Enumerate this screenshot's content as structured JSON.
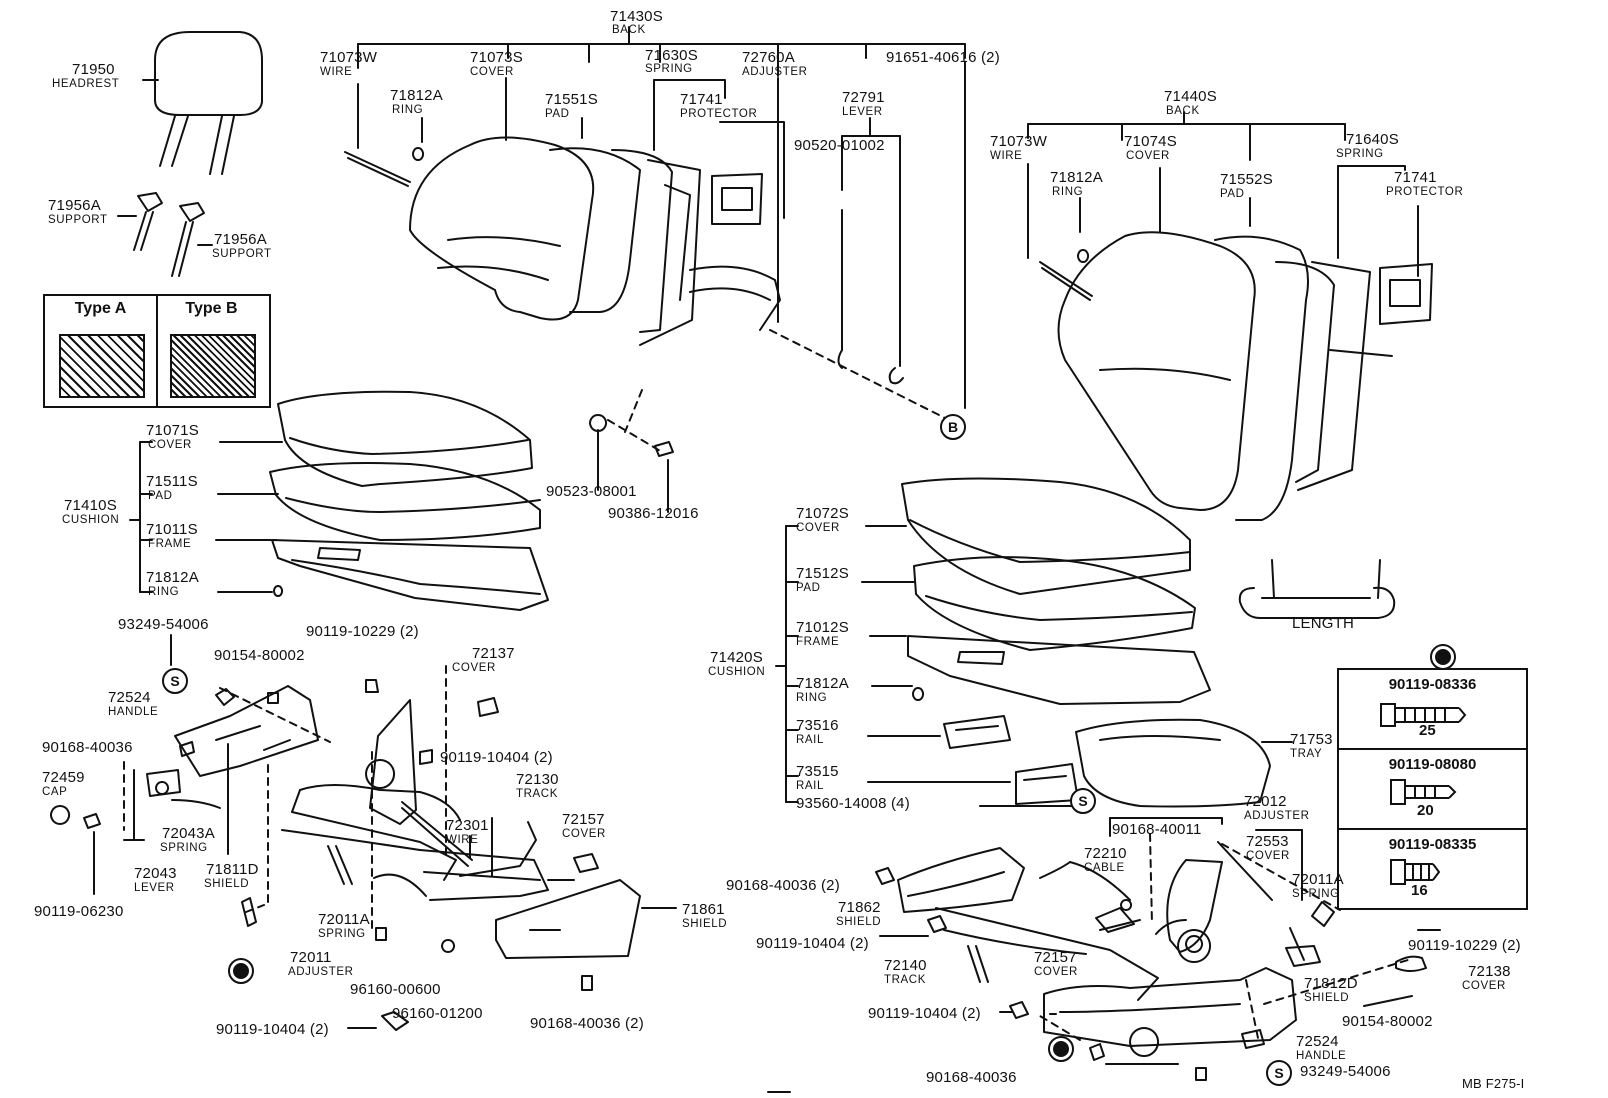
{
  "labels": {
    "back_left_pn": "71430S",
    "back_left_nm": "BACK",
    "wire_l_pn": "71073W",
    "wire_l_nm": "WIRE",
    "cover_l_pn": "71073S",
    "cover_l_nm": "COVER",
    "spring_l_pn": "71630S",
    "spring_l_nm": "SPRING",
    "adjuster_l_pn": "72760A",
    "adjuster_l_nm": "ADJUSTER",
    "bolt_91651": "91651-40616 (2)",
    "ring_l_pn": "71812A",
    "ring_l_nm": "RING",
    "pad_l_pn": "71551S",
    "pad_l_nm": "PAD",
    "protector_l_pn": "71741",
    "protector_l_nm": "PROTECTOR",
    "lever_72791_pn": "72791",
    "lever_72791_nm": "LEVER",
    "pin_90520": "90520-01002",
    "headrest_pn": "71950",
    "headrest_nm": "HEADREST",
    "support_a_pn": "71956A",
    "support_a_nm": "SUPPORT",
    "support_b_pn": "71956A",
    "support_b_nm": "SUPPORT",
    "type_a": "Type A",
    "type_b": "Type B",
    "cover_c_pn": "71071S",
    "cover_c_nm": "COVER",
    "pad_c_pn": "71511S",
    "pad_c_nm": "PAD",
    "cushion_l_pn": "71410S",
    "cushion_l_nm": "CUSHION",
    "frame_c_pn": "71011S",
    "frame_c_nm": "FRAME",
    "ring_c_pn": "71812A",
    "ring_c_nm": "RING",
    "nut_90523": "90523-08001",
    "bolt_90386": "90386-12016",
    "clip_93249_l": "93249-54006",
    "bolt_90119_10229_l": "90119-10229 (2)",
    "screw_90154_l": "90154-80002",
    "cover_72137_pn": "72137",
    "cover_72137_nm": "COVER",
    "handle_l_pn": "72524",
    "handle_l_nm": "HANDLE",
    "screw_90168_l1": "90168-40036",
    "bolt_90119_10404_l1": "90119-10404 (2)",
    "cap_pn": "72459",
    "cap_nm": "CAP",
    "track_l_pn": "72130",
    "track_l_nm": "TRACK",
    "spring_72043a_pn": "72043A",
    "spring_72043a_nm": "SPRING",
    "wire_72301_pn": "72301",
    "wire_72301_nm": "WIRE",
    "cover_72157_l_pn": "72157",
    "cover_72157_l_nm": "COVER",
    "lever_72043_pn": "72043",
    "lever_72043_nm": "LEVER",
    "shield_71811d_pn": "71811D",
    "shield_71811d_nm": "SHIELD",
    "bolt_90119_06230": "90119-06230",
    "spring_72011a_l_pn": "72011A",
    "spring_72011a_l_nm": "SPRING",
    "shield_71861_pn": "71861",
    "shield_71861_nm": "SHIELD",
    "adjuster_72011_pn": "72011",
    "adjuster_72011_nm": "ADJUSTER",
    "nut_96160_00600": "96160-00600",
    "nut_96160_01200": "96160-01200",
    "screw_90168_l2": "90168-40036 (2)",
    "bolt_90119_10404_l2": "90119-10404 (2)",
    "back_right_pn": "71440S",
    "back_right_nm": "BACK",
    "wire_r_pn": "71073W",
    "wire_r_nm": "WIRE",
    "cover_r_pn": "71074S",
    "cover_r_nm": "COVER",
    "spring_r_pn": "71640S",
    "spring_r_nm": "SPRING",
    "ring_r_pn": "71812A",
    "ring_r_nm": "RING",
    "pad_r_pn": "71552S",
    "pad_r_nm": "PAD",
    "protector_r_pn": "71741",
    "protector_r_nm": "PROTECTOR",
    "length": "LENGTH",
    "cover_c2_pn": "71072S",
    "cover_c2_nm": "COVER",
    "pad_c2_pn": "71512S",
    "pad_c2_nm": "PAD",
    "frame_c2_pn": "71012S",
    "frame_c2_nm": "FRAME",
    "cushion_r_pn": "71420S",
    "cushion_r_nm": "CUSHION",
    "ring_c2_pn": "71812A",
    "ring_c2_nm": "RING",
    "rail_73516_pn": "73516",
    "rail_73516_nm": "RAIL",
    "rail_73515_pn": "73515",
    "rail_73515_nm": "RAIL",
    "clip_93560": "93560-14008 (4)",
    "tray_pn": "71753",
    "tray_nm": "TRAY",
    "adjuster_72012_pn": "72012",
    "adjuster_72012_nm": "ADJUSTER",
    "screw_90168_40011": "90168-40011",
    "cable_pn": "72210",
    "cable_nm": "CABLE",
    "cover_72553_pn": "72553",
    "cover_72553_nm": "COVER",
    "spring_72011a_r_pn": "72011A",
    "spring_72011a_r_nm": "SPRING",
    "screw_90168_r1": "90168-40036 (2)",
    "shield_71862_pn": "71862",
    "shield_71862_nm": "SHIELD",
    "bolt_90119_10404_r1": "90119-10404 (2)",
    "bolt_90119_10229_r": "90119-10229 (2)",
    "track_r_pn": "72140",
    "track_r_nm": "TRACK",
    "cover_72157_r_pn": "72157",
    "cover_72157_r_nm": "COVER",
    "cover_72138_pn": "72138",
    "cover_72138_nm": "COVER",
    "shield_71812d_pn": "71812D",
    "shield_71812d_nm": "SHIELD",
    "bolt_90119_10404_r2": "90119-10404 (2)",
    "screw_90154_r": "90154-80002",
    "handle_r_pn": "72524",
    "handle_r_nm": "HANDLE",
    "screw_90168_r2": "90168-40036",
    "clip_93249_r": "93249-54006",
    "diagram_code": "MB F275-I",
    "marker_b": "B",
    "marker_s": "S"
  },
  "bolt_table": [
    {
      "part": "90119-08336",
      "length": "25"
    },
    {
      "part": "90119-08080",
      "length": "20"
    },
    {
      "part": "90119-08335",
      "length": "16"
    }
  ]
}
